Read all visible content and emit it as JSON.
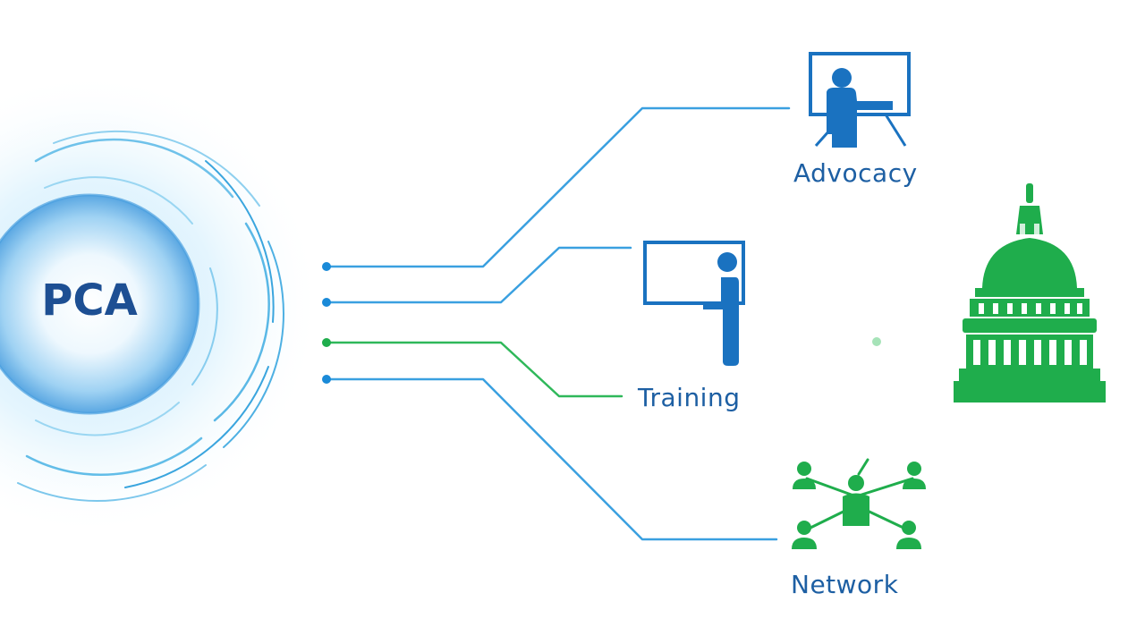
{
  "hub": {
    "label": "PCA"
  },
  "nodes": {
    "advocacy": {
      "label": "Advocacy",
      "icon": "presenter-board-icon"
    },
    "training": {
      "label": "Training",
      "icon": "teacher-whiteboard-icon"
    },
    "network": {
      "label": "Network",
      "icon": "people-network-icon"
    },
    "capitol": {
      "icon": "capitol-dome-icon"
    }
  },
  "colors": {
    "blue": "#1a72c0",
    "line_blue": "#3aa0e0",
    "green": "#1fad4c",
    "label_blue": "#1d5fa3",
    "hub_text": "#1d4f93"
  }
}
